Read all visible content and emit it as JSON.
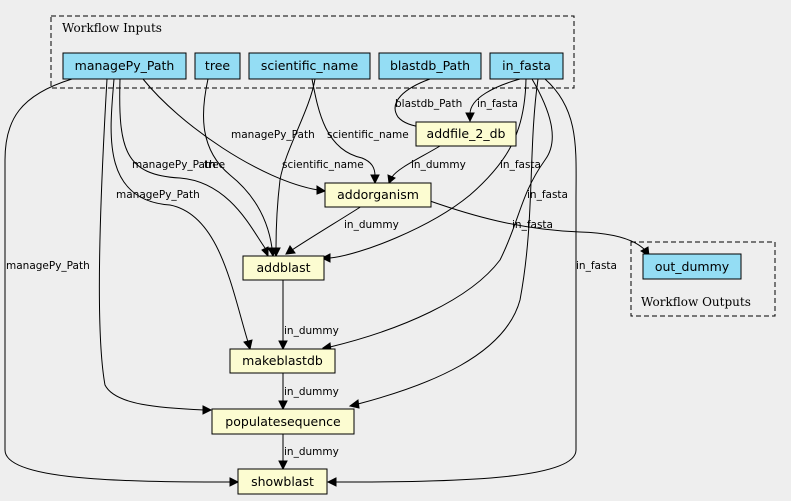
{
  "clusters": {
    "inputs_label": "Workflow Inputs",
    "outputs_label": "Workflow Outputs"
  },
  "nodes": {
    "managePy_Path": "managePy_Path",
    "tree": "tree",
    "scientific_name": "scientific_name",
    "blastdb_Path": "blastdb_Path",
    "in_fasta": "in_fasta",
    "addfile_2_db": "addfile_2_db",
    "addorganism": "addorganism",
    "addblast": "addblast",
    "makeblastdb": "makeblastdb",
    "populatesequence": "populatesequence",
    "showblast": "showblast",
    "out_dummy": "out_dummy"
  },
  "edges": [
    {
      "from": "blastdb_Path",
      "to": "addfile_2_db",
      "label": "blastdb_Path"
    },
    {
      "from": "in_fasta",
      "to": "addfile_2_db",
      "label": "in_fasta"
    },
    {
      "from": "managePy_Path",
      "to": "addorganism",
      "label": "managePy_Path"
    },
    {
      "from": "scientific_name",
      "to": "addorganism",
      "label": "scientific_name"
    },
    {
      "from": "addfile_2_db",
      "to": "addorganism",
      "label": "in_dummy"
    },
    {
      "from": "managePy_Path",
      "to": "addblast",
      "label": "managePy_Path"
    },
    {
      "from": "tree",
      "to": "addblast",
      "label": "tree"
    },
    {
      "from": "scientific_name",
      "to": "addblast",
      "label": "scientific_name"
    },
    {
      "from": "addorganism",
      "to": "addblast",
      "label": "in_dummy"
    },
    {
      "from": "in_fasta",
      "to": "addblast",
      "label": "in_fasta"
    },
    {
      "from": "managePy_Path",
      "to": "makeblastdb",
      "label": "managePy_Path"
    },
    {
      "from": "addblast",
      "to": "makeblastdb",
      "label": "in_dummy"
    },
    {
      "from": "in_fasta",
      "to": "makeblastdb",
      "label": "in_fasta"
    },
    {
      "from": "managePy_Path",
      "to": "populatesequence",
      "label": ""
    },
    {
      "from": "makeblastdb",
      "to": "populatesequence",
      "label": "in_dummy"
    },
    {
      "from": "in_fasta",
      "to": "populatesequence",
      "label": ""
    },
    {
      "from": "managePy_Path",
      "to": "showblast",
      "label": "managePy_Path"
    },
    {
      "from": "populatesequence",
      "to": "showblast",
      "label": "in_dummy"
    },
    {
      "from": "in_fasta",
      "to": "showblast",
      "label": "in_fasta"
    },
    {
      "from": "addorganism",
      "to": "out_dummy",
      "label": "in_fasta"
    }
  ]
}
